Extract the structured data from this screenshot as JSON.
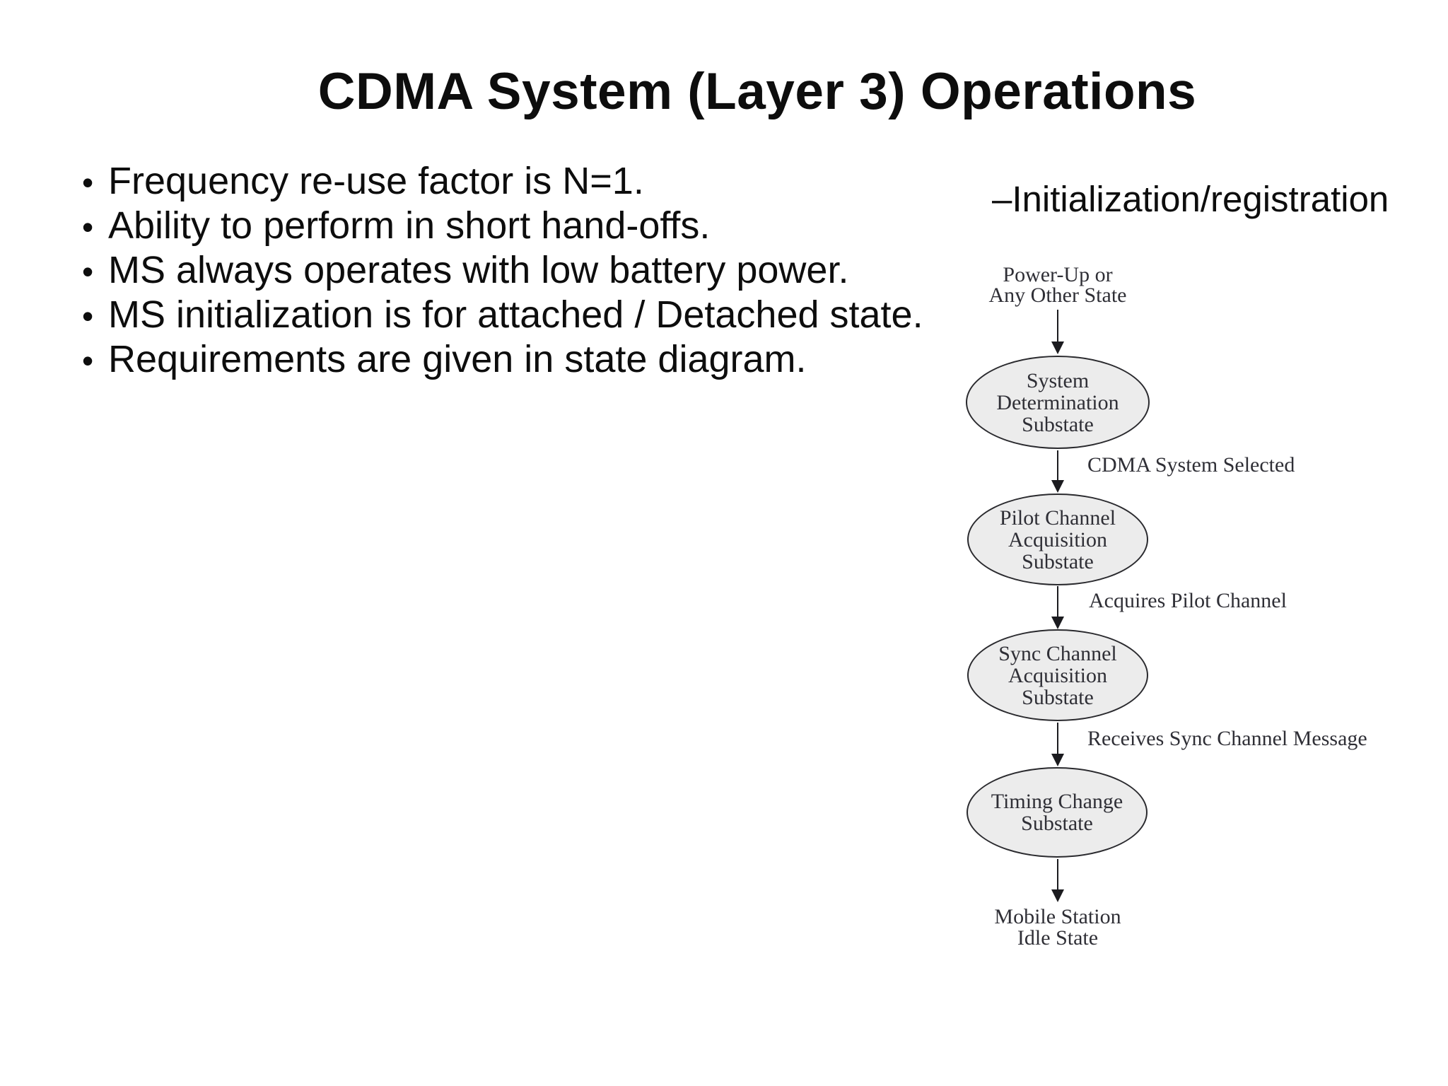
{
  "slide": {
    "title": "CDMA System (Layer 3) Operations",
    "bullet_glyph": "•",
    "bullets": [
      "Frequency re-use factor is N=1.",
      "Ability to perform in short hand-offs.",
      "MS always operates with low battery power.",
      "MS initialization is for attached / Detached state.",
      "Requirements are given in state diagram."
    ],
    "section_heading": "–Initialization/registration"
  },
  "diagram": {
    "start_label": {
      "line1": "Power-Up or",
      "line2": "Any Other State"
    },
    "nodes": [
      {
        "line1": "System",
        "line2": "Determination",
        "line3": "Substate"
      },
      {
        "line1": "Pilot Channel",
        "line2": "Acquisition",
        "line3": "Substate"
      },
      {
        "line1": "Sync Channel",
        "line2": "Acquisition",
        "line3": "Substate"
      },
      {
        "line1": "Timing Change",
        "line2": "Substate"
      }
    ],
    "transitions": [
      "CDMA System Selected",
      "Acquires Pilot Channel",
      "Receives Sync Channel Message"
    ],
    "end_label": {
      "line1": "Mobile Station",
      "line2": "Idle State"
    },
    "colors": {
      "node_fill": "#ececec",
      "node_stroke": "#2a2a2e",
      "diagram_text": "#2f2f36",
      "slide_text": "#0d0d0d"
    }
  }
}
